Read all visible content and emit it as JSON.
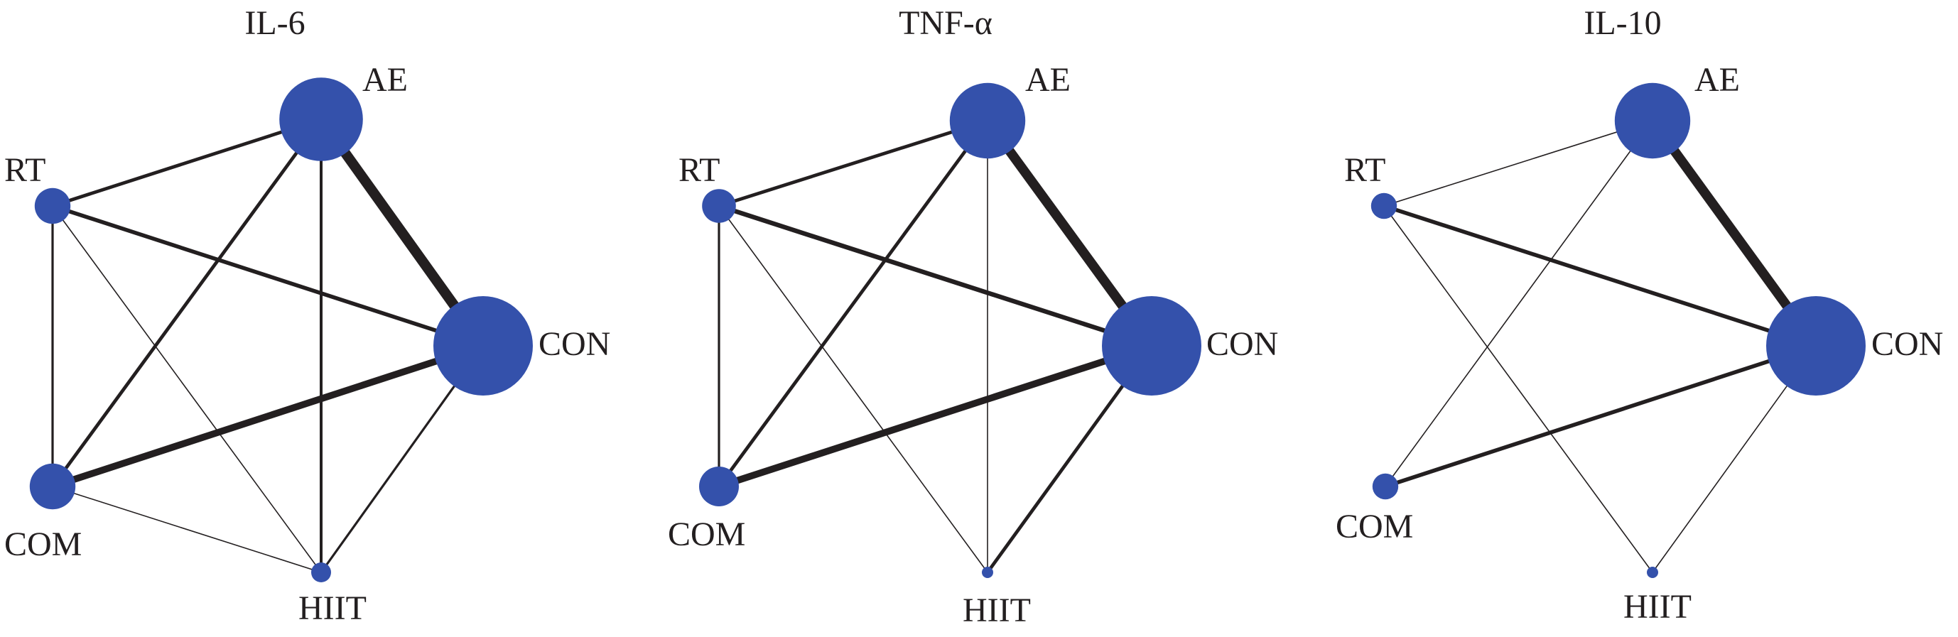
{
  "colors": {
    "node": "#3451ab",
    "edge": "#231f20",
    "text": "#231f20",
    "background": "#ffffff"
  },
  "panels": [
    {
      "title": "IL-6",
      "nodes": [
        {
          "id": "AE",
          "label": "AE",
          "weight": 4.2
        },
        {
          "id": "RT",
          "label": "RT",
          "weight": 1.8
        },
        {
          "id": "CON",
          "label": "CON",
          "weight": 5.0
        },
        {
          "id": "COM",
          "label": "COM",
          "weight": 2.3
        },
        {
          "id": "HIIT",
          "label": "HIIT",
          "weight": 1.0
        }
      ],
      "edges": [
        {
          "from": "AE",
          "to": "CON",
          "weight": 9.0
        },
        {
          "from": "COM",
          "to": "CON",
          "weight": 6.0
        },
        {
          "from": "RT",
          "to": "CON",
          "weight": 3.5
        },
        {
          "from": "RT",
          "to": "AE",
          "weight": 3.0
        },
        {
          "from": "AE",
          "to": "COM",
          "weight": 3.0
        },
        {
          "from": "AE",
          "to": "HIIT",
          "weight": 2.5
        },
        {
          "from": "RT",
          "to": "COM",
          "weight": 2.0
        },
        {
          "from": "CON",
          "to": "HIIT",
          "weight": 2.0
        },
        {
          "from": "RT",
          "to": "HIIT",
          "weight": 1.0
        },
        {
          "from": "COM",
          "to": "HIIT",
          "weight": 1.0
        }
      ]
    },
    {
      "title": "TNF-α",
      "nodes": [
        {
          "id": "AE",
          "label": "AE",
          "weight": 3.8
        },
        {
          "id": "RT",
          "label": "RT",
          "weight": 1.7
        },
        {
          "id": "CON",
          "label": "CON",
          "weight": 5.0
        },
        {
          "id": "COM",
          "label": "COM",
          "weight": 2.0
        },
        {
          "id": "HIIT",
          "label": "HIIT",
          "weight": 0.5
        }
      ],
      "edges": [
        {
          "from": "AE",
          "to": "CON",
          "weight": 8.5
        },
        {
          "from": "COM",
          "to": "CON",
          "weight": 6.0
        },
        {
          "from": "RT",
          "to": "CON",
          "weight": 4.0
        },
        {
          "from": "RT",
          "to": "AE",
          "weight": 3.0
        },
        {
          "from": "AE",
          "to": "COM",
          "weight": 3.0
        },
        {
          "from": "CON",
          "to": "HIIT",
          "weight": 3.0
        },
        {
          "from": "RT",
          "to": "COM",
          "weight": 2.0
        },
        {
          "from": "AE",
          "to": "HIIT",
          "weight": 1.0
        },
        {
          "from": "RT",
          "to": "HIIT",
          "weight": 1.0
        }
      ]
    },
    {
      "title": "IL-10",
      "nodes": [
        {
          "id": "AE",
          "label": "AE",
          "weight": 3.8
        },
        {
          "id": "RT",
          "label": "RT",
          "weight": 1.3
        },
        {
          "id": "CON",
          "label": "CON",
          "weight": 5.0
        },
        {
          "id": "COM",
          "label": "COM",
          "weight": 1.3
        },
        {
          "id": "HIIT",
          "label": "HIIT",
          "weight": 0.5
        }
      ],
      "edges": [
        {
          "from": "AE",
          "to": "CON",
          "weight": 8.5
        },
        {
          "from": "RT",
          "to": "CON",
          "weight": 3.5
        },
        {
          "from": "COM",
          "to": "CON",
          "weight": 3.5
        },
        {
          "from": "RT",
          "to": "AE",
          "weight": 1.0
        },
        {
          "from": "AE",
          "to": "COM",
          "weight": 1.0
        },
        {
          "from": "RT",
          "to": "HIIT",
          "weight": 1.0
        },
        {
          "from": "CON",
          "to": "HIIT",
          "weight": 1.0
        }
      ]
    }
  ]
}
